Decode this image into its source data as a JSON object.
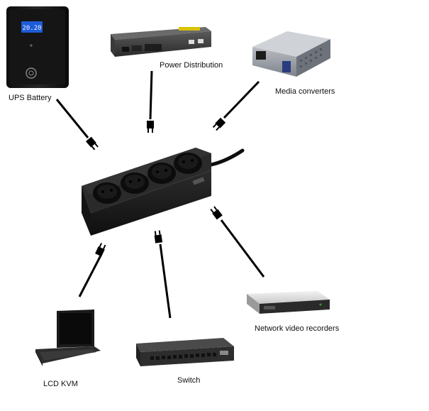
{
  "diagram": {
    "center_device": "power-strip",
    "devices": [
      {
        "id": "ups",
        "label": "UPS Battery",
        "display": "20.20"
      },
      {
        "id": "pdu",
        "label": "Power Distribution"
      },
      {
        "id": "media",
        "label": "Media converters"
      },
      {
        "id": "kvm",
        "label": "LCD KVM"
      },
      {
        "id": "switch",
        "label": "Switch"
      },
      {
        "id": "nvr",
        "label": "Network video recorders"
      }
    ],
    "colors": {
      "cable": "#000000",
      "strip": "#1c1c1c",
      "ups_display": "#1e5bd8",
      "media_panel": "#2a3c80"
    }
  }
}
